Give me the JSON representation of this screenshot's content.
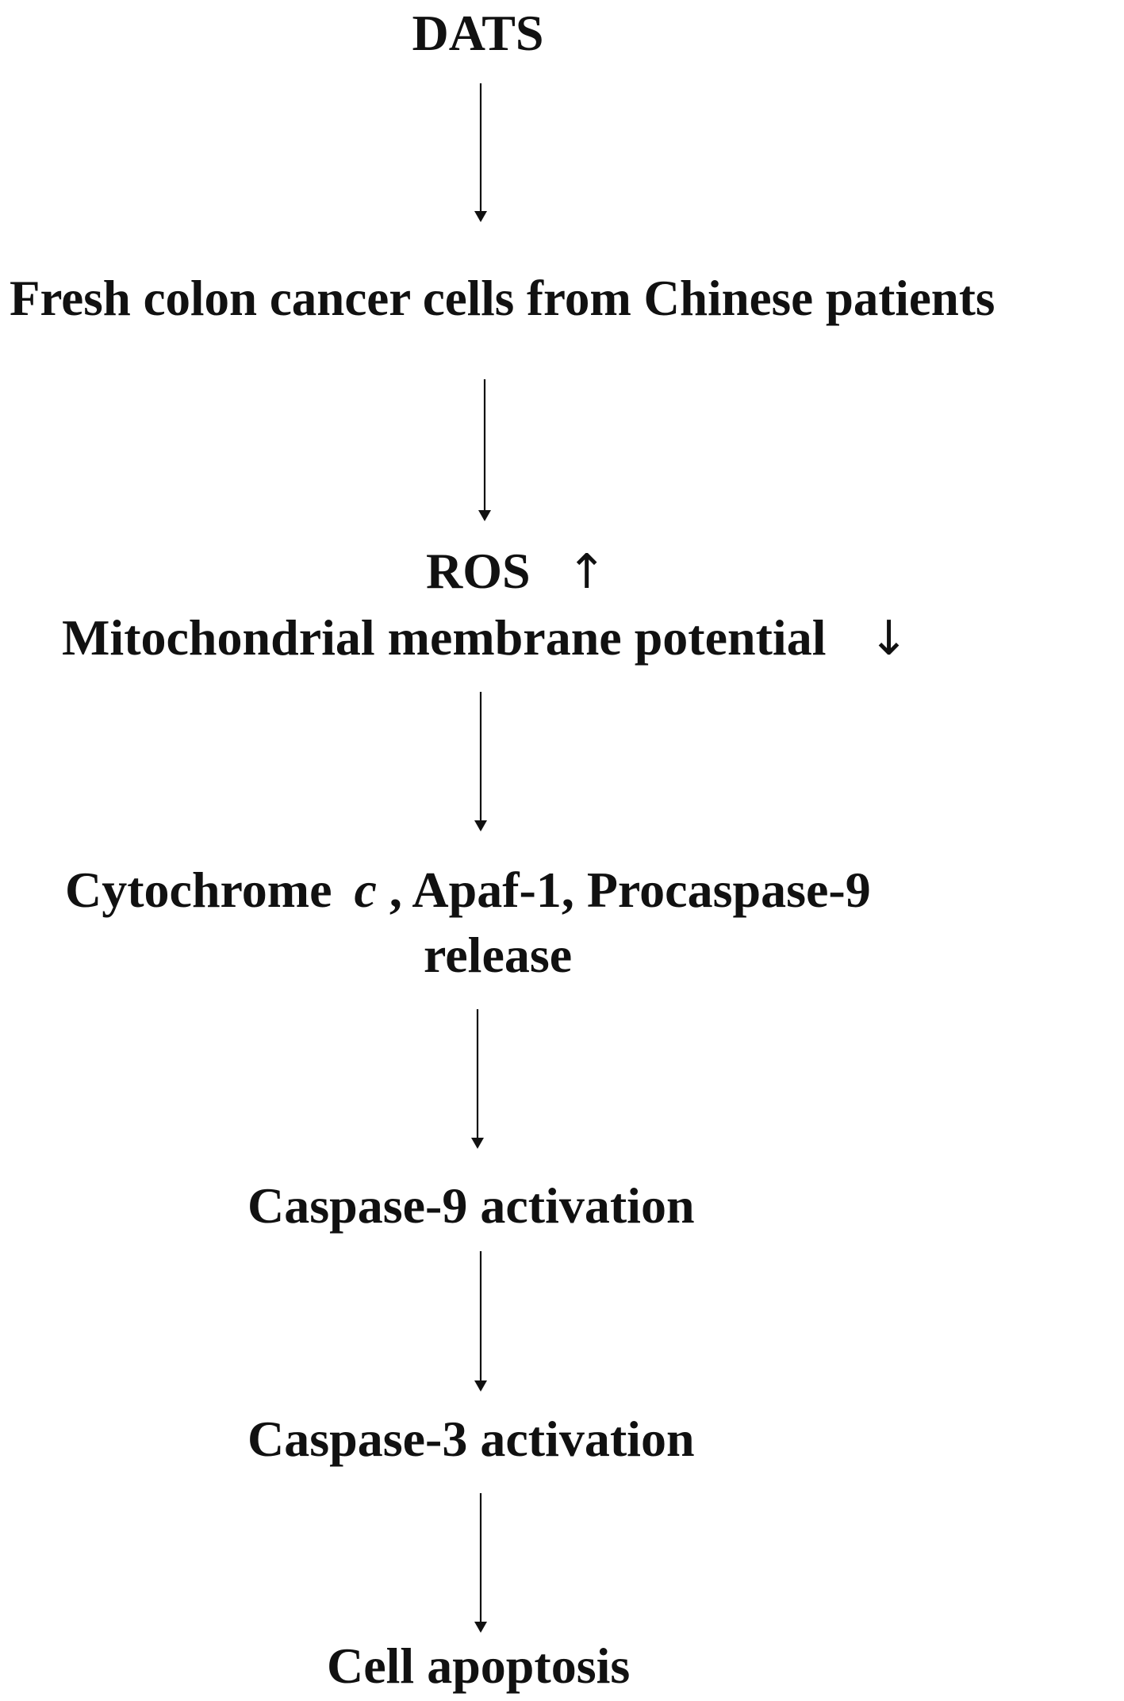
{
  "diagram": {
    "ink_color": "#111111",
    "nodes": {
      "dats": "DATS",
      "cells": "Fresh colon cancer cells from Chinese patients",
      "ros": "ROS",
      "ros_arrow": "↑",
      "mmp": "Mitochondrial membrane potential",
      "mmp_arrow": "↓",
      "cyto_name": "Cytochrome",
      "cyto_italic": "c",
      "cyto_rest": " , Apaf-1, Procaspase-9",
      "cyto_line2": "release",
      "casp9": "Caspase-9 activation",
      "casp3": "Caspase-3 activation",
      "apoptosis": "Cell apoptosis"
    }
  }
}
